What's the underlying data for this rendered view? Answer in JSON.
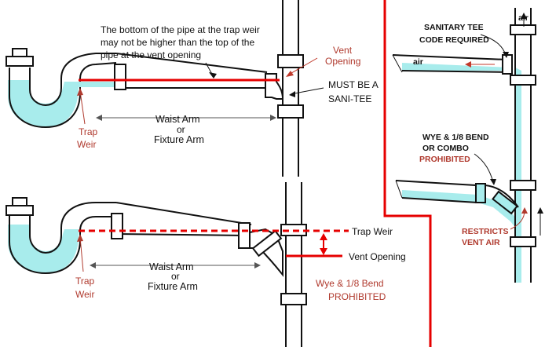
{
  "top": {
    "note": [
      "The bottom of the pipe at the trap weir",
      "may not be higher than the top of the",
      "pipe at the vent opening"
    ],
    "vent_opening": [
      "Vent",
      "Opening"
    ],
    "must_be": [
      "MUST BE A",
      "SANI-TEE"
    ],
    "waist_arm": [
      "Waist Arm",
      "or",
      "Fixture Arm"
    ],
    "trap_weir": [
      "Trap",
      "Weir"
    ]
  },
  "bottom": {
    "trap_weir_label": "Trap Weir",
    "vent_opening_label": "Vent Opening",
    "waist_arm": [
      "Waist Arm",
      "or",
      "Fixture Arm"
    ],
    "trap_weir": [
      "Trap",
      "Weir"
    ],
    "wye": [
      "Wye & 1/8 Bend",
      "PROHIBITED"
    ]
  },
  "right": {
    "air_top": "air",
    "sanitary_tee": [
      "SANITARY TEE",
      "CODE REQUIRED"
    ],
    "air_side": "air",
    "wye_combo": [
      "WYE & 1/8 BEND",
      "OR COMBO"
    ],
    "prohibited": "PROHIBITED",
    "restricts": [
      "RESTRICTS",
      "VENT AIR"
    ]
  },
  "colors": {
    "water": "#a8ecec",
    "red_line": "#e60000",
    "label_red": "#b03a2e"
  }
}
